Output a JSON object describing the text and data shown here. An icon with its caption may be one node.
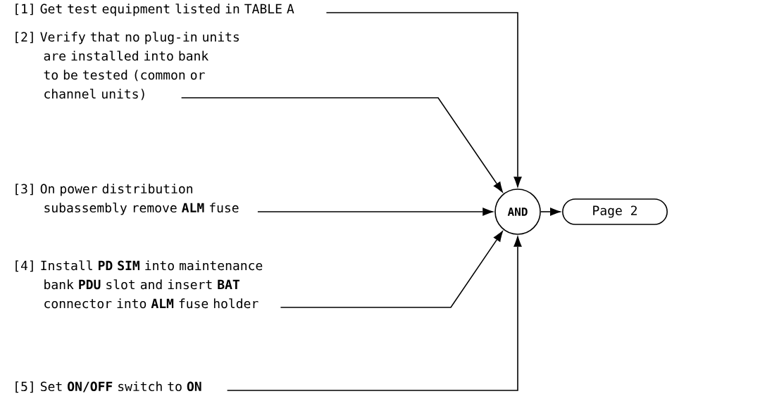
{
  "diagram": {
    "nodes": [
      {
        "text": [
          "[1] Get test equipment listed in TABLE A"
        ]
      },
      {
        "text": [
          "[2] Verify that no plug-in units are installed into bank to be tested (common or channel units)"
        ]
      },
      {
        "text": [
          "[3] On power distribution subassembly remove **ALM** fuse"
        ]
      },
      {
        "text": [
          "[4] Install **PD SIM** into maintenance bank **PDU** slot and insert **BAT** connector into **ALM** fuse holder"
        ]
      },
      {
        "text": [
          "[5] Set **ON/OFF** switch to **ON**"
        ]
      },
      {
        "text": [
          "AND"
        ]
      },
      {
        "text": [
          "Page 2"
        ]
      }
    ],
    "edges": [
      {
        "from": 0,
        "to": 5,
        "arrow": "to"
      },
      {
        "from": 1,
        "to": 5,
        "arrow": "to"
      },
      {
        "from": 2,
        "to": 5,
        "arrow": "to"
      },
      {
        "from": 3,
        "to": 5,
        "arrow": "to"
      },
      {
        "from": 4,
        "to": 5,
        "arrow": "to"
      },
      {
        "from": 5,
        "to": 6,
        "arrow": "to"
      }
    ]
  }
}
